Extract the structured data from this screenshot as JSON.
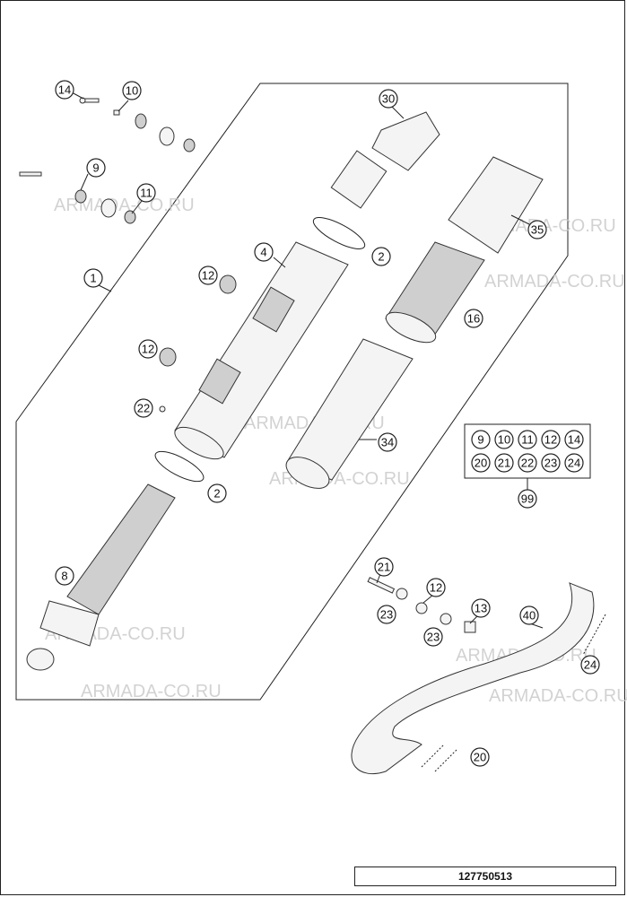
{
  "watermark": "ARMADA-CO.RU",
  "callouts": {
    "c14": "14",
    "c10": "10",
    "c9": "9",
    "c11": "11",
    "c1": "1",
    "c12a": "12",
    "c12b": "12",
    "c22": "22",
    "c4": "4",
    "c2a": "2",
    "c2b": "2",
    "c8": "8",
    "c30": "30",
    "c35": "35",
    "c16": "16",
    "c34": "34",
    "c21": "21",
    "c12c": "12",
    "c13": "13",
    "c23a": "23",
    "c23b": "23",
    "c40": "40",
    "c24": "24",
    "c20": "20",
    "c99": "99"
  },
  "kit_items": [
    "9",
    "10",
    "11",
    "12",
    "14",
    "20",
    "21",
    "22",
    "23",
    "24"
  ],
  "part_number": "127750513"
}
